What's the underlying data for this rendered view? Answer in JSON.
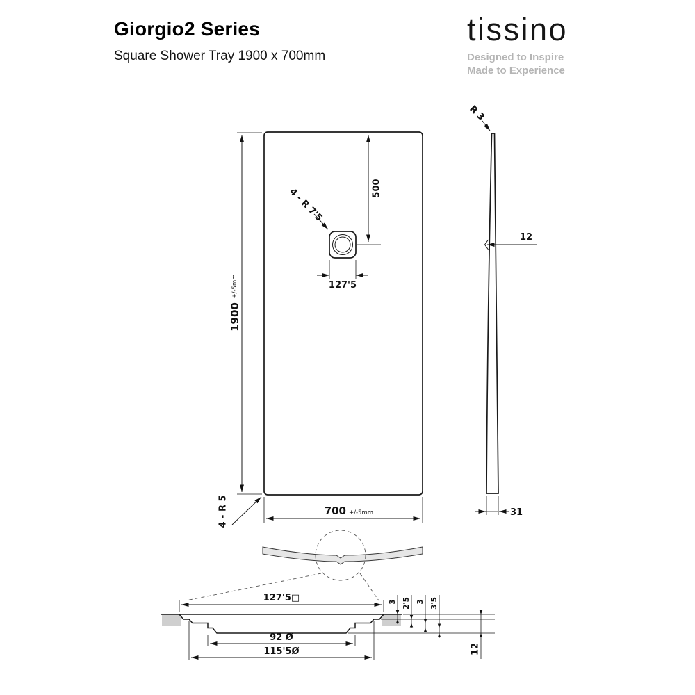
{
  "header": {
    "title": "Giorgio2 Series",
    "subtitle": "Square Shower Tray 1900 x 700mm",
    "brand": "tissino",
    "tagline_line1": "Designed to Inspire",
    "tagline_line2": "Made to Experience"
  },
  "plan_view": {
    "length": "1900",
    "length_tolerance": "+/-5mm",
    "width": "700",
    "width_tolerance": "+/-5mm",
    "waste_offset": "500",
    "waste_width": "127'5",
    "corner_radius": "4 - R 5",
    "waste_corner_radius": "4 - R 7'5"
  },
  "side_view": {
    "edge_radius": "R 3",
    "center_thickness": "12",
    "edge_height": "31"
  },
  "detail_view": {
    "waste_square": "127'5□",
    "inner_diameter": "92 Ø",
    "outer_diameter": "115'5Ø",
    "step1": "3",
    "step2": "2'5",
    "step3": "3",
    "step4": "3'5",
    "total_depth": "12"
  }
}
